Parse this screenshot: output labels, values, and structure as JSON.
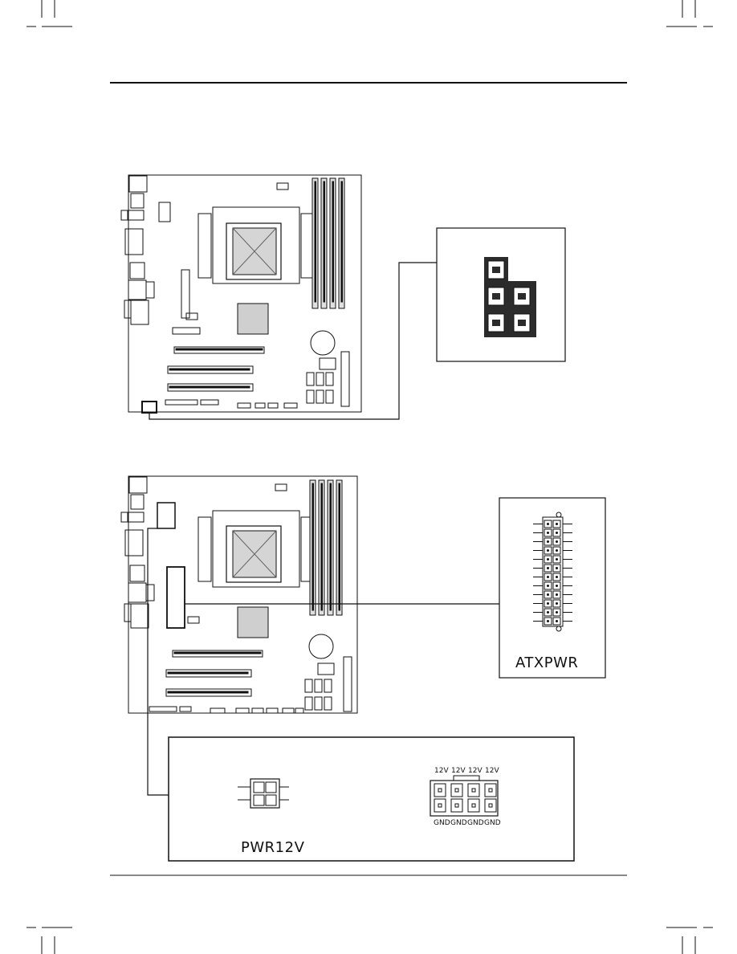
{
  "diagram": {
    "connector_8pin_label": "ATXPWR",
    "connector_4pin_label": "PWR12V",
    "pinout_top": [
      "12V",
      "12V",
      "12V",
      "12V"
    ],
    "pinout_bottom": [
      "GND",
      "GND",
      "GND",
      "GND"
    ]
  },
  "colors": {
    "line": "#111111",
    "board": "#ffffff",
    "connector_fill": "#2b2b2b"
  }
}
